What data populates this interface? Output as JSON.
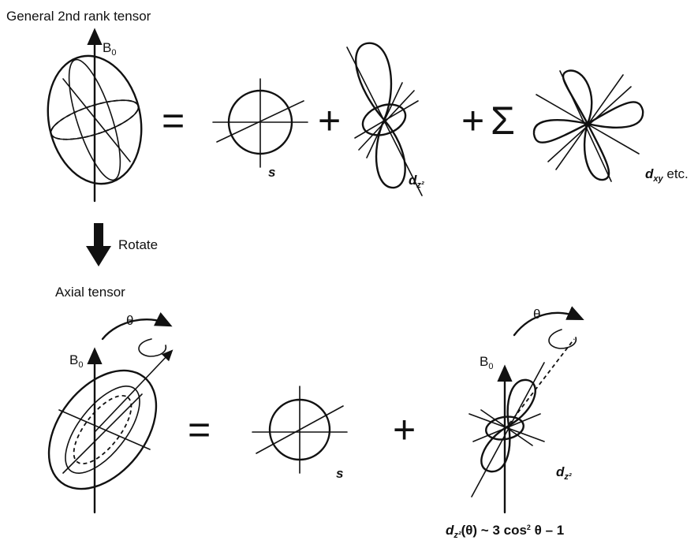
{
  "labels": {
    "general_title": "General 2nd rank tensor",
    "axial_title": "Axial tensor",
    "rotate": "Rotate",
    "b0_top": "B",
    "b0_top_sub": "0",
    "b0_axial": "B",
    "b0_axial_sub": "0",
    "b0_dz2": "B",
    "b0_dz2_sub": "0",
    "theta_axial": "θ",
    "theta_dz2": "θ",
    "s_top": "s",
    "s_bottom": "s",
    "dz2_top": "d",
    "dz2_top_sub": "z²",
    "dz2_bottom": "d",
    "dz2_bottom_sub": "z²",
    "dxy": "d",
    "dxy_sub": "xy",
    "dxy_etc": " etc.",
    "formula_d": "d",
    "formula_sub": "z²",
    "formula_rest": "(θ) ~ 3 cos",
    "formula_sup": "2",
    "formula_tail": " θ – 1"
  },
  "operators": {
    "equals_top": "=",
    "plus_top_1": "+",
    "plus_top_2": "+",
    "sigma": "Σ",
    "equals_bottom": "=",
    "plus_bottom": "+"
  },
  "icons": [
    "down-arrow-icon",
    "rotation-arrow-icon"
  ]
}
